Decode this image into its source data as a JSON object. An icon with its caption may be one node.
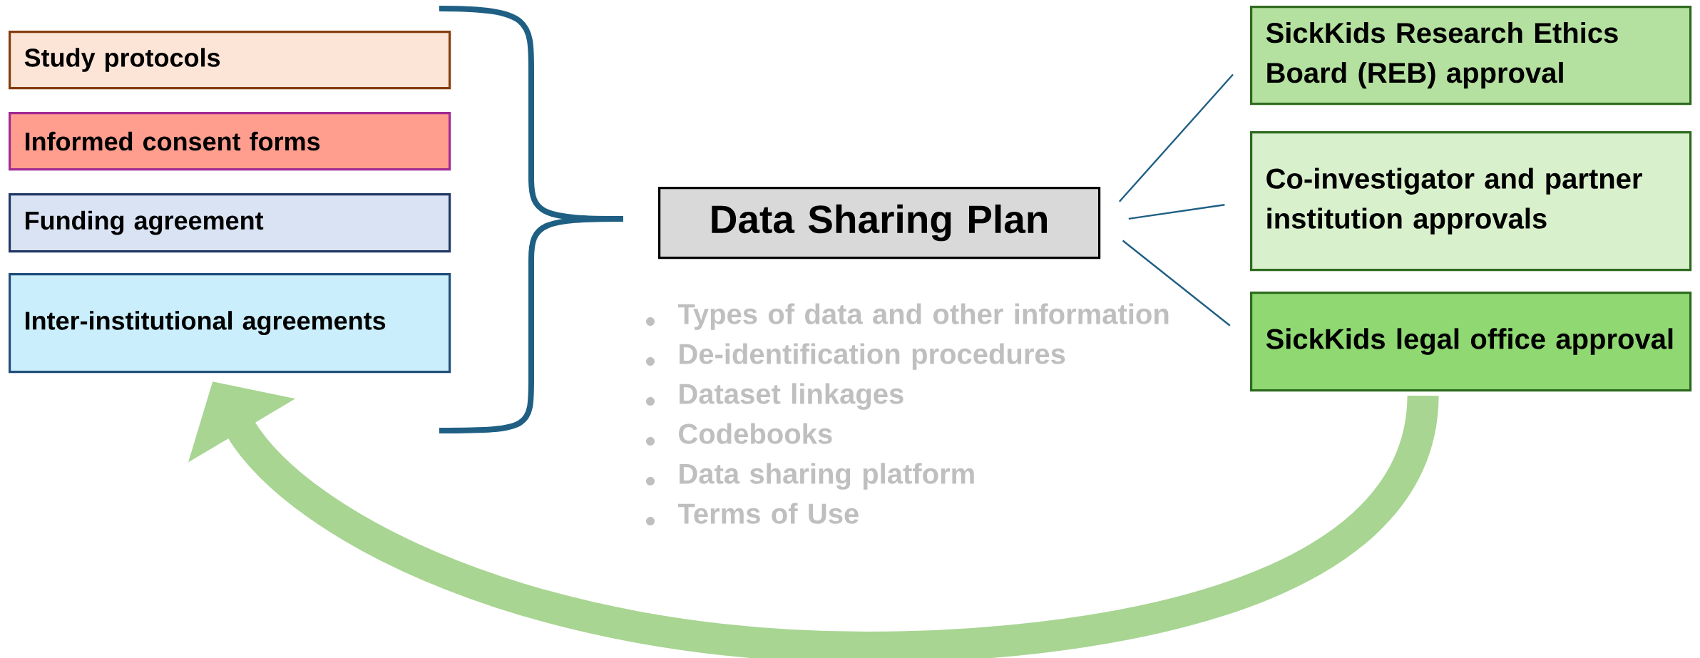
{
  "diagram": {
    "nodes": [
      {
        "text": [
          "Study protocols"
        ]
      },
      {
        "text": [
          "Informed consent forms"
        ]
      },
      {
        "text": [
          "Funding agreement"
        ]
      },
      {
        "text": [
          "Inter-institutional agreements"
        ]
      },
      {
        "text": [
          "Data Sharing Plan"
        ]
      },
      {
        "text": [
          "SickKids Research Ethics Board (REB) approval"
        ]
      },
      {
        "text": [
          "Co-investigator and partner institution approvals"
        ]
      },
      {
        "text": [
          "SickKids legal office approval"
        ]
      }
    ],
    "edges": [
      {
        "from": 4,
        "to": 5,
        "arrow": "none"
      },
      {
        "from": 4,
        "to": 6,
        "arrow": "none"
      },
      {
        "from": 4,
        "to": 7,
        "arrow": "none"
      },
      {
        "from": 7,
        "to": 3,
        "arrow": "to",
        "style": "thick",
        "color": "#a8d592"
      }
    ],
    "labels": [
      "Types of data and other information",
      "De-identification procedures",
      "Dataset linkages",
      "Codebooks",
      "Data sharing platform",
      "Terms of Use"
    ]
  }
}
